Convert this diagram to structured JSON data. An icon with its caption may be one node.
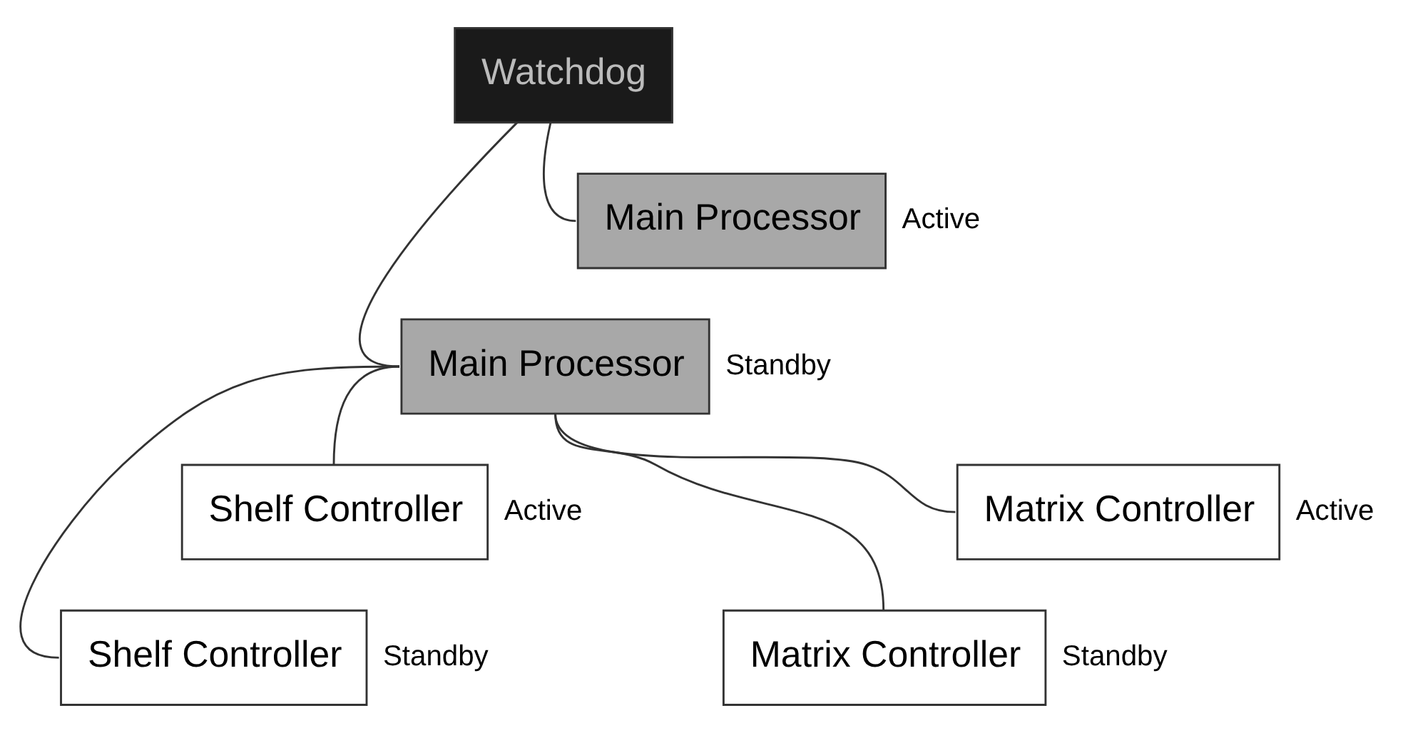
{
  "diagram": {
    "nodes": [
      {
        "text": [
          "Watchdog"
        ]
      },
      {
        "text": [
          "Main Processor"
        ],
        "beside": [
          "Active"
        ]
      },
      {
        "text": [
          "Main Processor"
        ],
        "beside": [
          "Standby"
        ]
      },
      {
        "text": [
          "Shelf Controller"
        ],
        "beside": [
          "Active"
        ]
      },
      {
        "text": [
          "Shelf Controller"
        ],
        "beside": [
          "Standby"
        ]
      },
      {
        "text": [
          "Matrix Controller"
        ],
        "beside": [
          "Active"
        ]
      },
      {
        "text": [
          "Matrix Controller"
        ],
        "beside": [
          "Standby"
        ]
      }
    ],
    "edges": [
      {
        "from": 0,
        "to": 1,
        "arrow": "none"
      },
      {
        "from": 0,
        "to": 2,
        "arrow": "none"
      },
      {
        "from": 2,
        "to": 3,
        "arrow": "none"
      },
      {
        "from": 2,
        "to": 4,
        "arrow": "none"
      },
      {
        "from": 2,
        "to": 5,
        "arrow": "none"
      },
      {
        "from": 2,
        "to": 6,
        "arrow": "none"
      }
    ]
  }
}
